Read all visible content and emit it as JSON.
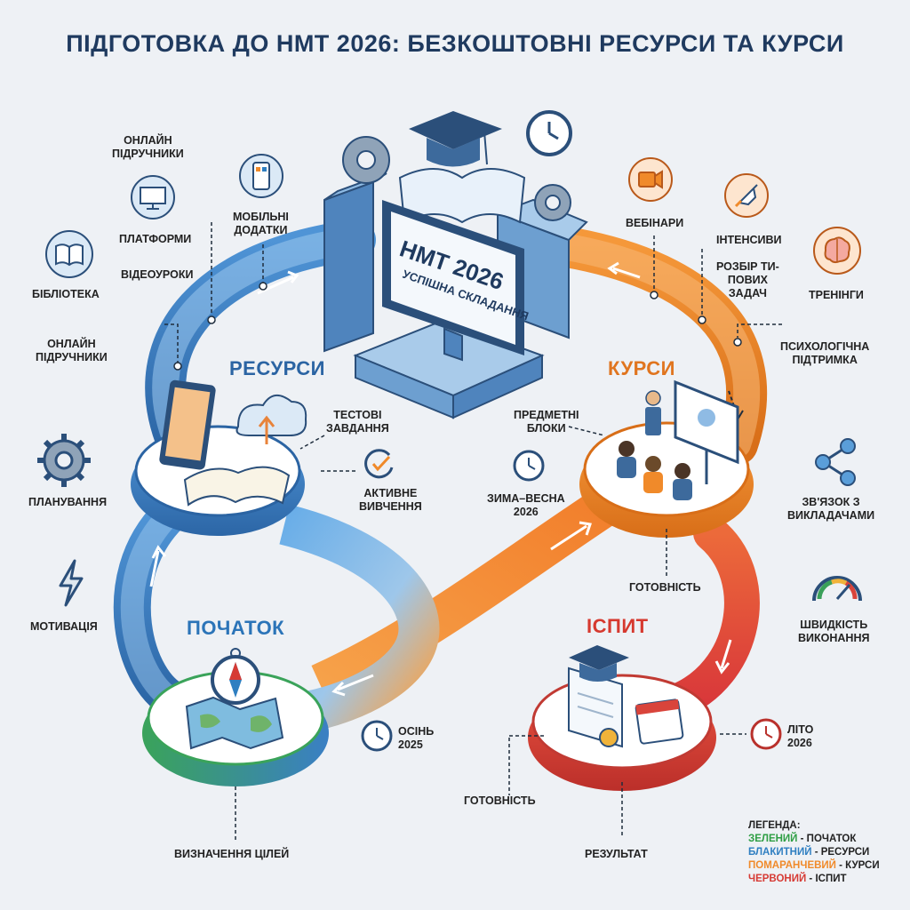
{
  "title": "ПІДГОТОВКА ДО НМТ 2026: БЕЗКОШТОВНІ РЕСУРСИ ТА КУРСИ",
  "center": {
    "screen_title": "НМТ 2026",
    "screen_subtitle": "УСПІШНА СКЛАДАННЯ"
  },
  "stages": {
    "resources": "РЕСУРСИ",
    "courses": "КУРСИ",
    "start": "ПОЧАТОК",
    "exam": "ІСПИТ"
  },
  "labels": {
    "online_textbooks_top": [
      "ОНЛАЙН",
      "ПІДРУЧНИКИ"
    ],
    "platforms": "ПЛАТФОРМИ",
    "mobile_apps": [
      "МОБІЛЬНІ",
      "ДОДАТКИ"
    ],
    "library": "БІБЛІОТЕКА",
    "video_lessons": "ВІДЕОУРОКИ",
    "online_textbooks_left": [
      "ОНЛАЙН",
      "ПІДРУЧНИКИ"
    ],
    "webinars": "ВЕБІНАРИ",
    "intensives": "ІНТЕНСИВИ",
    "trainings": "ТРЕНІНГИ",
    "typical_tasks": [
      "РОЗБІР ТИ-",
      "ПОВИХ",
      "ЗАДАЧ"
    ],
    "psych_support": [
      "ПСИХОЛОГІЧНА",
      "ПІДТРИМКА"
    ],
    "test_tasks": [
      "ТЕСТОВІ",
      "ЗАВДАННЯ"
    ],
    "active_study": [
      "АКТИВНЕ",
      "ВИВЧЕННЯ"
    ],
    "planning": "ПЛАНУВАННЯ",
    "subject_blocks": [
      "ПРЕДМЕТНІ",
      "БЛОКИ"
    ],
    "winter_spring": [
      "ЗИМА–ВЕСНА",
      "2026"
    ],
    "contact_teachers": [
      "ЗВ'ЯЗОК З",
      "ВИКЛАДАЧАМИ"
    ],
    "readiness_mid": "ГОТОВНІСТЬ",
    "motivation": "МОТИВАЦІЯ",
    "speed": [
      "ШВИДКІСТЬ",
      "ВИКОНАННЯ"
    ],
    "autumn": [
      "ОСІНЬ",
      "2025"
    ],
    "summer": [
      "ЛІТО",
      "2026"
    ],
    "readiness_bottom": "ГОТОВНІСТЬ",
    "goals": "ВИЗНАЧЕННЯ ЦІЛЕЙ",
    "result": "РЕЗУЛЬТАТ"
  },
  "legend": {
    "title": "ЛЕГЕНДА:",
    "items": [
      {
        "color_name": "ЗЕЛЕНИЙ",
        "rest": " - ПОЧАТОК",
        "color": "#2e9e44"
      },
      {
        "color_name": "БЛАКИТНИЙ",
        "rest": " - РЕСУРСИ",
        "color": "#2f7fc1"
      },
      {
        "color_name": "ПОМАРАНЧЕВИЙ",
        "rest": " - КУРСИ",
        "color": "#f08a2a"
      },
      {
        "color_name": "ЧЕРВОНИЙ",
        "rest": " - ІСПИТ",
        "color": "#d63b35"
      }
    ]
  },
  "colors": {
    "blue": "#3f86c9",
    "blue_dark": "#2b64a3",
    "orange": "#f08a2a",
    "red": "#d9443b",
    "green": "#3aa05a",
    "ink": "#1f3a5f"
  }
}
